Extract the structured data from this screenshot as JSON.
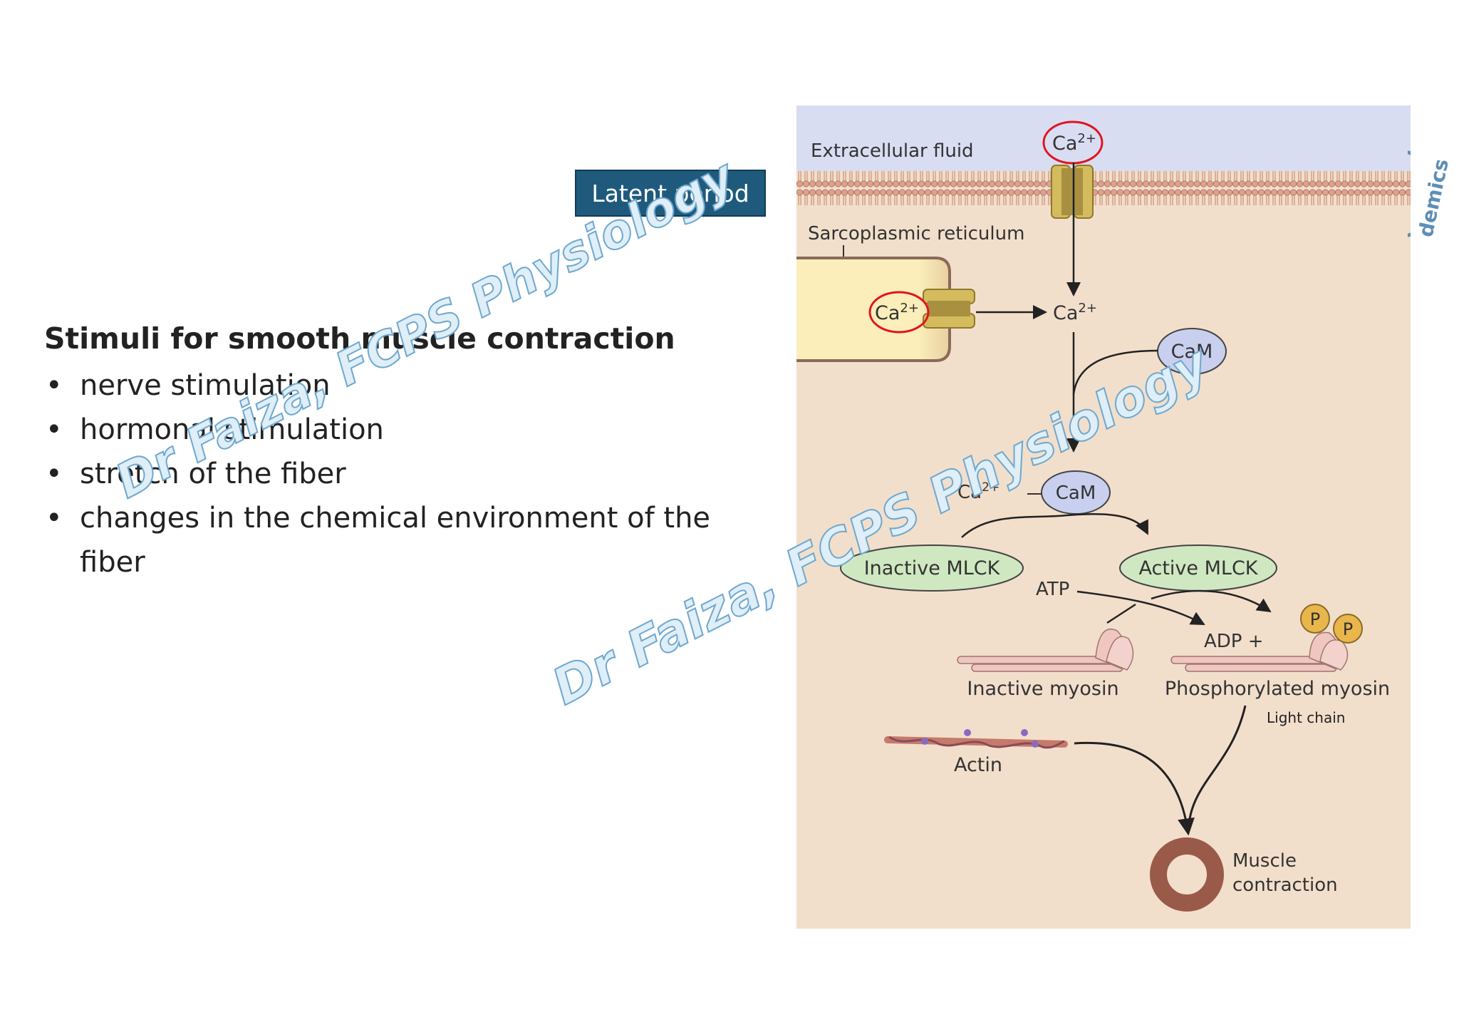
{
  "latent_label": "Latent period",
  "stimuli": {
    "title": "Stimuli for smooth muscle contraction",
    "bullet": "•",
    "items": [
      "nerve stimulation",
      "hormonal stimulation",
      "stretch of the fiber",
      "changes in the chemical environment of the fiber"
    ]
  },
  "diagram": {
    "extracellular": "Extracellular fluid",
    "sr": "Sarcoplasmic reticulum",
    "ca_ion": "Ca",
    "ca_charge": "2+",
    "cam": "CaM",
    "inactive_mlck": "Inactive MLCK",
    "active_mlck": "Active MLCK",
    "atp": "ATP",
    "adp": "ADP +",
    "p": "P",
    "inactive_myosin": "Inactive myosin",
    "phos_myosin": "Phosphorylated myosin",
    "light_chain": "Light chain",
    "actin": "Actin",
    "muscle1": "Muscle",
    "muscle2": "contraction",
    "side_text": "demics"
  },
  "watermark": "Dr Faiza, FCPS Physiology",
  "colors": {
    "cytoplasm": "#f2dfcb",
    "extracellular": "#d9ddf2",
    "membrane": "#d9a58f",
    "channel": "#d4bb5e",
    "sr": "#fbeebb",
    "cam": "#c9cfee",
    "mlck": "#cfe8c1",
    "phosphate": "#e8b64a",
    "myosin": "#efc6c0",
    "highlight": "#e0141e",
    "latent_box": "#1f5a7d"
  }
}
